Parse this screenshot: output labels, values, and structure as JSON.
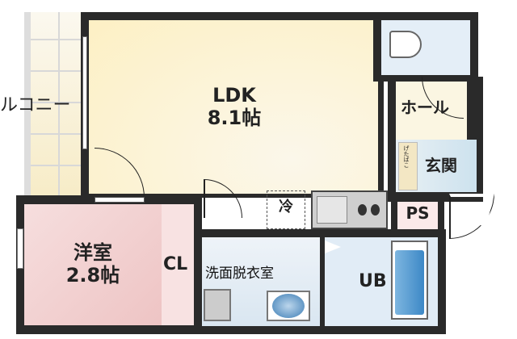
{
  "rooms": {
    "balcony": "バルコニー",
    "ldk_name": "LDK",
    "ldk_size": "8.1帖",
    "hall": "ホール",
    "entrance": "玄関",
    "shoe_box": "げたばこ",
    "ps": "PS",
    "western_name": "洋室",
    "western_size": "2.8帖",
    "closet": "CL",
    "washroom": "洗面脱衣室",
    "bath": "UB",
    "fridge": "冷"
  },
  "colors": {
    "ldk": "#fdf3d2",
    "western": "#f2d3d3",
    "wet": "#dceaf4",
    "wall": "#2a2a2a"
  }
}
